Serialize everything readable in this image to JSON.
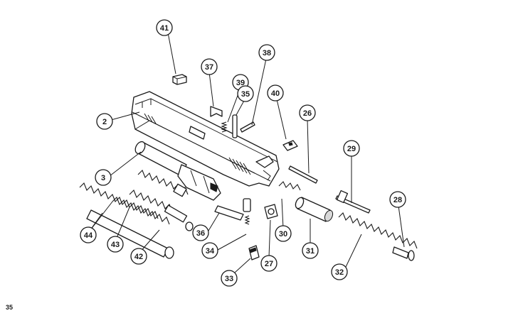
{
  "page_number": "35",
  "callouts": [
    {
      "id": "c41",
      "label": "41"
    },
    {
      "id": "c37",
      "label": "37"
    },
    {
      "id": "c39",
      "label": "39"
    },
    {
      "id": "c38",
      "label": "38"
    },
    {
      "id": "c35",
      "label": "35"
    },
    {
      "id": "c40",
      "label": "40"
    },
    {
      "id": "c26",
      "label": "26"
    },
    {
      "id": "c2",
      "label": "2"
    },
    {
      "id": "c3",
      "label": "3"
    },
    {
      "id": "c29",
      "label": "29"
    },
    {
      "id": "c28",
      "label": "28"
    },
    {
      "id": "c44",
      "label": "44"
    },
    {
      "id": "c43",
      "label": "43"
    },
    {
      "id": "c42",
      "label": "42"
    },
    {
      "id": "c36",
      "label": "36"
    },
    {
      "id": "c34",
      "label": "34"
    },
    {
      "id": "c30",
      "label": "30"
    },
    {
      "id": "c31",
      "label": "31"
    },
    {
      "id": "c27",
      "label": "27"
    },
    {
      "id": "c33",
      "label": "33"
    },
    {
      "id": "c32",
      "label": "32"
    }
  ]
}
